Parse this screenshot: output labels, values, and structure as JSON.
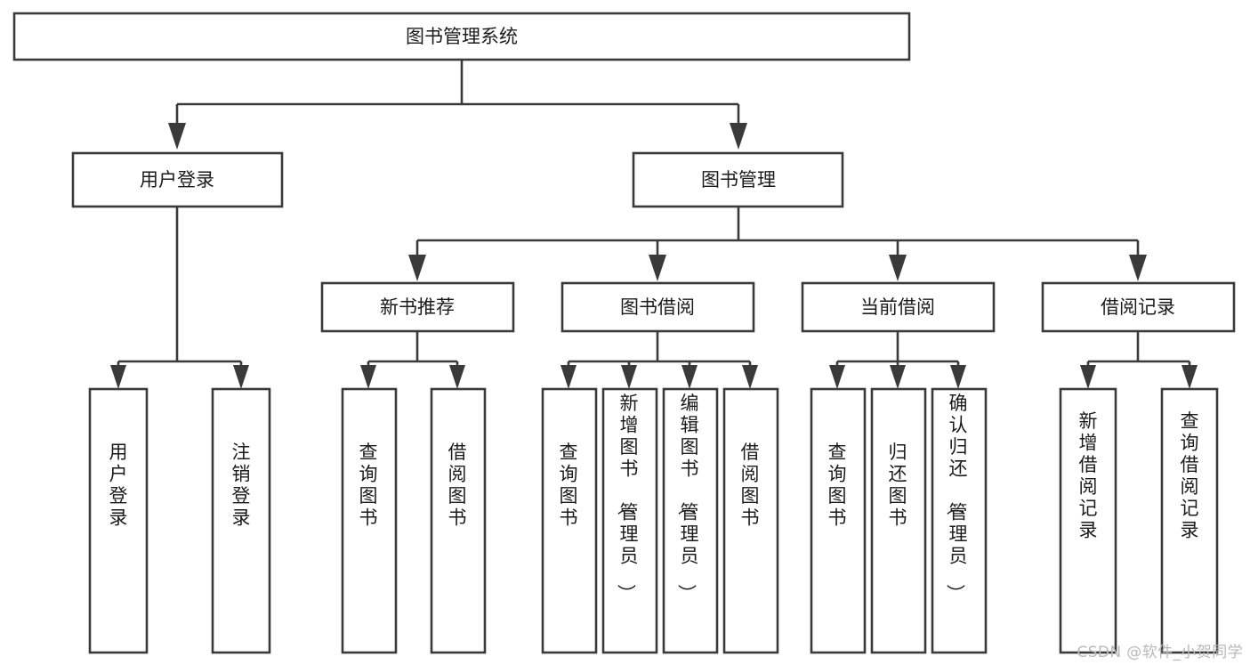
{
  "diagram": {
    "title": "图书管理系统",
    "watermark": "CSDN @软件_小贺同学",
    "style": {
      "stroke_color": "#3a3a3a",
      "fill_color": "#ffffff",
      "text_color": "#1b1b1b",
      "watermark_color": "#b9b9b9",
      "background": "#ffffff"
    },
    "root": {
      "id": "root",
      "label": "图书管理系统"
    },
    "level2": [
      {
        "id": "user-login",
        "label": "用户登录"
      },
      {
        "id": "book-manage",
        "label": "图书管理"
      }
    ],
    "level3": [
      {
        "id": "new-book-recommend",
        "label": "新书推荐",
        "parent": "book-manage"
      },
      {
        "id": "book-borrow",
        "label": "图书借阅",
        "parent": "book-manage"
      },
      {
        "id": "current-borrow",
        "label": "当前借阅",
        "parent": "book-manage"
      },
      {
        "id": "borrow-record",
        "label": "借阅记录",
        "parent": "book-manage"
      }
    ],
    "leaves": [
      {
        "id": "leaf-user-login",
        "label": "用户登录",
        "parent": "user-login"
      },
      {
        "id": "leaf-user-logout",
        "label": "注销登录",
        "parent": "user-login"
      },
      {
        "id": "leaf-query-book-1",
        "label": "查询图书",
        "parent": "new-book-recommend"
      },
      {
        "id": "leaf-borrow-book-1",
        "label": "借阅图书",
        "parent": "new-book-recommend"
      },
      {
        "id": "leaf-query-book-2",
        "label": "查询图书",
        "parent": "book-borrow"
      },
      {
        "id": "leaf-add-book",
        "label": "新增图书（管理员）",
        "parent": "book-borrow"
      },
      {
        "id": "leaf-edit-book",
        "label": "编辑图书（管理员）",
        "parent": "book-borrow"
      },
      {
        "id": "leaf-borrow-book-2",
        "label": "借阅图书",
        "parent": "book-borrow"
      },
      {
        "id": "leaf-query-book-3",
        "label": "查询图书",
        "parent": "current-borrow"
      },
      {
        "id": "leaf-return-book",
        "label": "归还图书",
        "parent": "current-borrow"
      },
      {
        "id": "leaf-confirm-return",
        "label": "确认归还（管理员）",
        "parent": "current-borrow"
      },
      {
        "id": "leaf-add-record",
        "label": "新增借阅记录",
        "parent": "borrow-record"
      },
      {
        "id": "leaf-query-record",
        "label": "查询借阅记录",
        "parent": "borrow-record"
      }
    ]
  }
}
